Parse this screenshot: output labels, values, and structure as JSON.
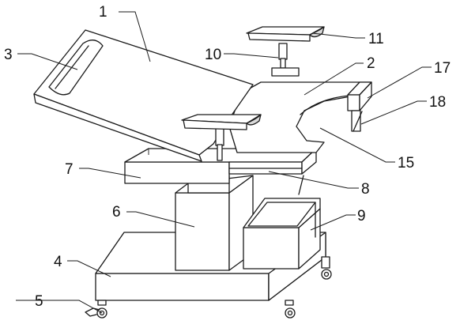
{
  "callouts": [
    {
      "id": "c1",
      "text": "1"
    },
    {
      "id": "c2",
      "text": "2"
    },
    {
      "id": "c3",
      "text": "3"
    },
    {
      "id": "c4",
      "text": "4"
    },
    {
      "id": "c5",
      "text": "5"
    },
    {
      "id": "c6",
      "text": "6"
    },
    {
      "id": "c7",
      "text": "7"
    },
    {
      "id": "c8",
      "text": "8"
    },
    {
      "id": "c9",
      "text": "9"
    },
    {
      "id": "c10",
      "text": "10"
    },
    {
      "id": "c11",
      "text": "11"
    },
    {
      "id": "c15",
      "text": "15"
    },
    {
      "id": "c17",
      "text": "17"
    },
    {
      "id": "c18",
      "text": "18"
    }
  ]
}
